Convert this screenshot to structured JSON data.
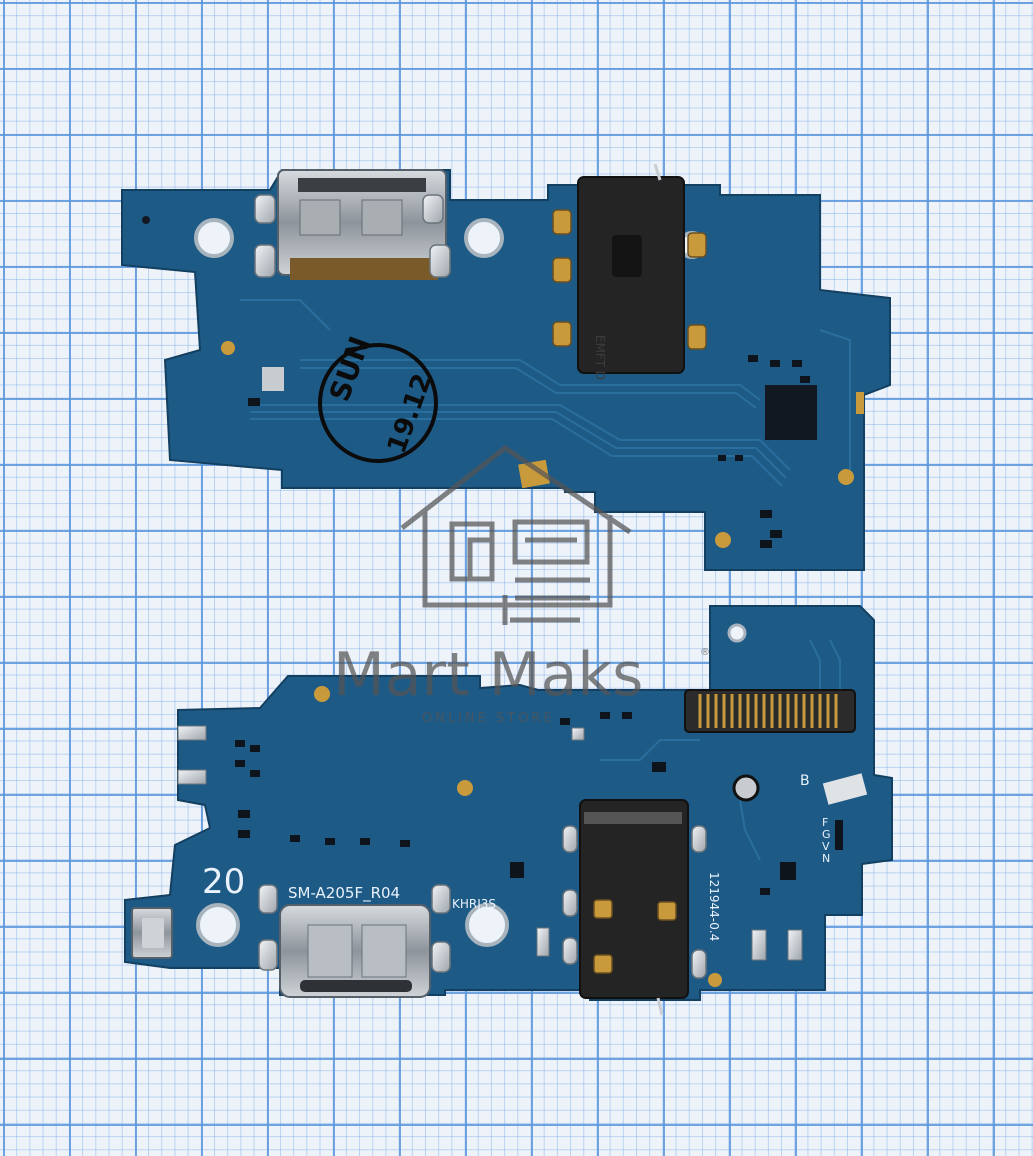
{
  "image": {
    "subject": "Charging port flex board pair (top and bottom view)",
    "watermark": {
      "brand": "Mart Maks",
      "sub": "ONLINE STORE",
      "mark": "®"
    }
  },
  "top_board": {
    "stamp_line1": "SUN",
    "stamp_line2": "19.12",
    "jack_text": "EMFT D"
  },
  "bottom_board": {
    "number": "20",
    "model": "SM-A205F_R04",
    "code": "KHRJ3S",
    "side_code": "121944-0.4",
    "letter_b": "B",
    "letters_fgvn": [
      "F",
      "G",
      "V",
      "N"
    ]
  },
  "colors": {
    "pcb": "#1e5a86",
    "pcb_dark": "#164a71",
    "grid": "#5a96dc",
    "metal": "#b9bec4",
    "gold": "#c99a3c",
    "watermark": "#555555"
  }
}
